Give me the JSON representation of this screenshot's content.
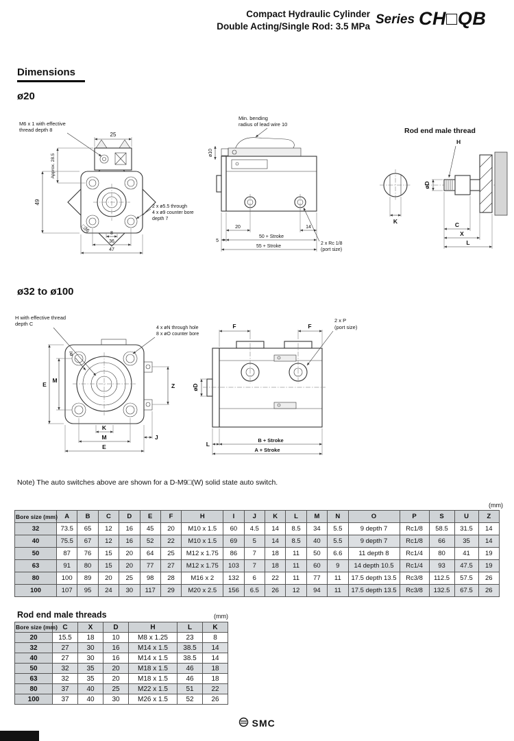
{
  "header": {
    "title_line1": "Compact Hydraulic Cylinder",
    "title_line2": "Double Acting/Single Rod: 3.5 MPa",
    "series_label": "Series",
    "series_name": "CH□QB"
  },
  "dimensions_heading": "Dimensions",
  "d20": {
    "heading": "ø20",
    "front": {
      "m6_line1": "M6 x 1 with effective",
      "m6_line2": "thread depth 8",
      "dim_25": "25",
      "dim_approx": "Approx. 28.5",
      "dim_49": "49",
      "dim_8": "8",
      "dim_36": "36",
      "dim_47": "47",
      "sq36": "□36",
      "holes_line1": "2 x ø5.5 through",
      "holes_line2": "4 x ø9 counter bore",
      "holes_line3": "depth 7"
    },
    "side": {
      "bend_line1": "Min. bending",
      "bend_line2": "radius of lead wire 10",
      "dia10": "ø10",
      "dim_5": "5",
      "dim_20": "20",
      "dim_14": "14",
      "dim_50stroke": "50 + Stroke",
      "dim_55stroke": "55 + Stroke",
      "port_line1": "2 x Rc 1/8",
      "port_line2": "(port size)"
    },
    "rod_end": {
      "title": "Rod end male thread",
      "dim_h": "H",
      "dim_d": "øD",
      "dim_k": "K",
      "dim_c": "C",
      "dim_x": "X",
      "dim_l": "L"
    }
  },
  "d32": {
    "heading": "ø32 to ø100",
    "front": {
      "h_line1": "H with effective thread",
      "h_line2": "depth C",
      "dia_i": "øI",
      "holes_line1": "4 x øN through hole",
      "holes_line2": "8 x øO counter bore",
      "dim_e_left": "E",
      "dim_m_left": "M",
      "dim_k": "K",
      "dim_m_bottom": "M",
      "dim_e_bottom": "E",
      "dim_j": "J",
      "dim_z": "Z"
    },
    "side": {
      "dim_f1": "F",
      "dim_f2": "F",
      "port_line1": "2 x P",
      "port_line2": "(port size)",
      "dia_d": "øD",
      "dim_l": "L",
      "dim_b_stroke": "B + Stroke",
      "dim_a_stroke": "A + Stroke"
    }
  },
  "note": "Note) The auto switches above are shown for a D-M9□(W) solid state auto switch.",
  "main_table": {
    "unit": "(mm)",
    "headers": [
      "Bore size (mm)",
      "A",
      "B",
      "C",
      "D",
      "E",
      "F",
      "H",
      "I",
      "J",
      "K",
      "L",
      "M",
      "N",
      "O",
      "P",
      "S",
      "U",
      "Z"
    ],
    "rows": [
      [
        "32",
        "73.5",
        "65",
        "12",
        "16",
        "45",
        "20",
        "M10 x 1.5",
        "60",
        "4.5",
        "14",
        "8.5",
        "34",
        "5.5",
        "9 depth 7",
        "Rc1/8",
        "58.5",
        "31.5",
        "14"
      ],
      [
        "40",
        "75.5",
        "67",
        "12",
        "16",
        "52",
        "22",
        "M10 x 1.5",
        "69",
        "5",
        "14",
        "8.5",
        "40",
        "5.5",
        "9 depth 7",
        "Rc1/8",
        "66",
        "35",
        "14"
      ],
      [
        "50",
        "87",
        "76",
        "15",
        "20",
        "64",
        "25",
        "M12 x 1.75",
        "86",
        "7",
        "18",
        "11",
        "50",
        "6.6",
        "11 depth 8",
        "Rc1/4",
        "80",
        "41",
        "19"
      ],
      [
        "63",
        "91",
        "80",
        "15",
        "20",
        "77",
        "27",
        "M12 x 1.75",
        "103",
        "7",
        "18",
        "11",
        "60",
        "9",
        "14 depth 10.5",
        "Rc1/4",
        "93",
        "47.5",
        "19"
      ],
      [
        "80",
        "100",
        "89",
        "20",
        "25",
        "98",
        "28",
        "M16 x 2",
        "132",
        "6",
        "22",
        "11",
        "77",
        "11",
        "17.5 depth 13.5",
        "Rc3/8",
        "112.5",
        "57.5",
        "26"
      ],
      [
        "100",
        "107",
        "95",
        "24",
        "30",
        "117",
        "29",
        "M20 x 2.5",
        "156",
        "6.5",
        "26",
        "12",
        "94",
        "11",
        "17.5 depth 13.5",
        "Rc3/8",
        "132.5",
        "67.5",
        "26"
      ]
    ]
  },
  "rod_table": {
    "title": "Rod end male threads",
    "unit": "(mm)",
    "headers": [
      "Bore size (mm)",
      "C",
      "X",
      "D",
      "H",
      "L",
      "K"
    ],
    "rows": [
      [
        "20",
        "15.5",
        "18",
        "10",
        "M8 x 1.25",
        "23",
        "8"
      ],
      [
        "32",
        "27",
        "30",
        "16",
        "M14 x 1.5",
        "38.5",
        "14"
      ],
      [
        "40",
        "27",
        "30",
        "16",
        "M14 x 1.5",
        "38.5",
        "14"
      ],
      [
        "50",
        "32",
        "35",
        "20",
        "M18 x 1.5",
        "46",
        "18"
      ],
      [
        "63",
        "32",
        "35",
        "20",
        "M18 x 1.5",
        "46",
        "18"
      ],
      [
        "80",
        "37",
        "40",
        "25",
        "M22 x 1.5",
        "51",
        "22"
      ],
      [
        "100",
        "37",
        "40",
        "30",
        "M26 x 1.5",
        "52",
        "26"
      ]
    ]
  },
  "footer": {
    "brand": "SMC"
  }
}
